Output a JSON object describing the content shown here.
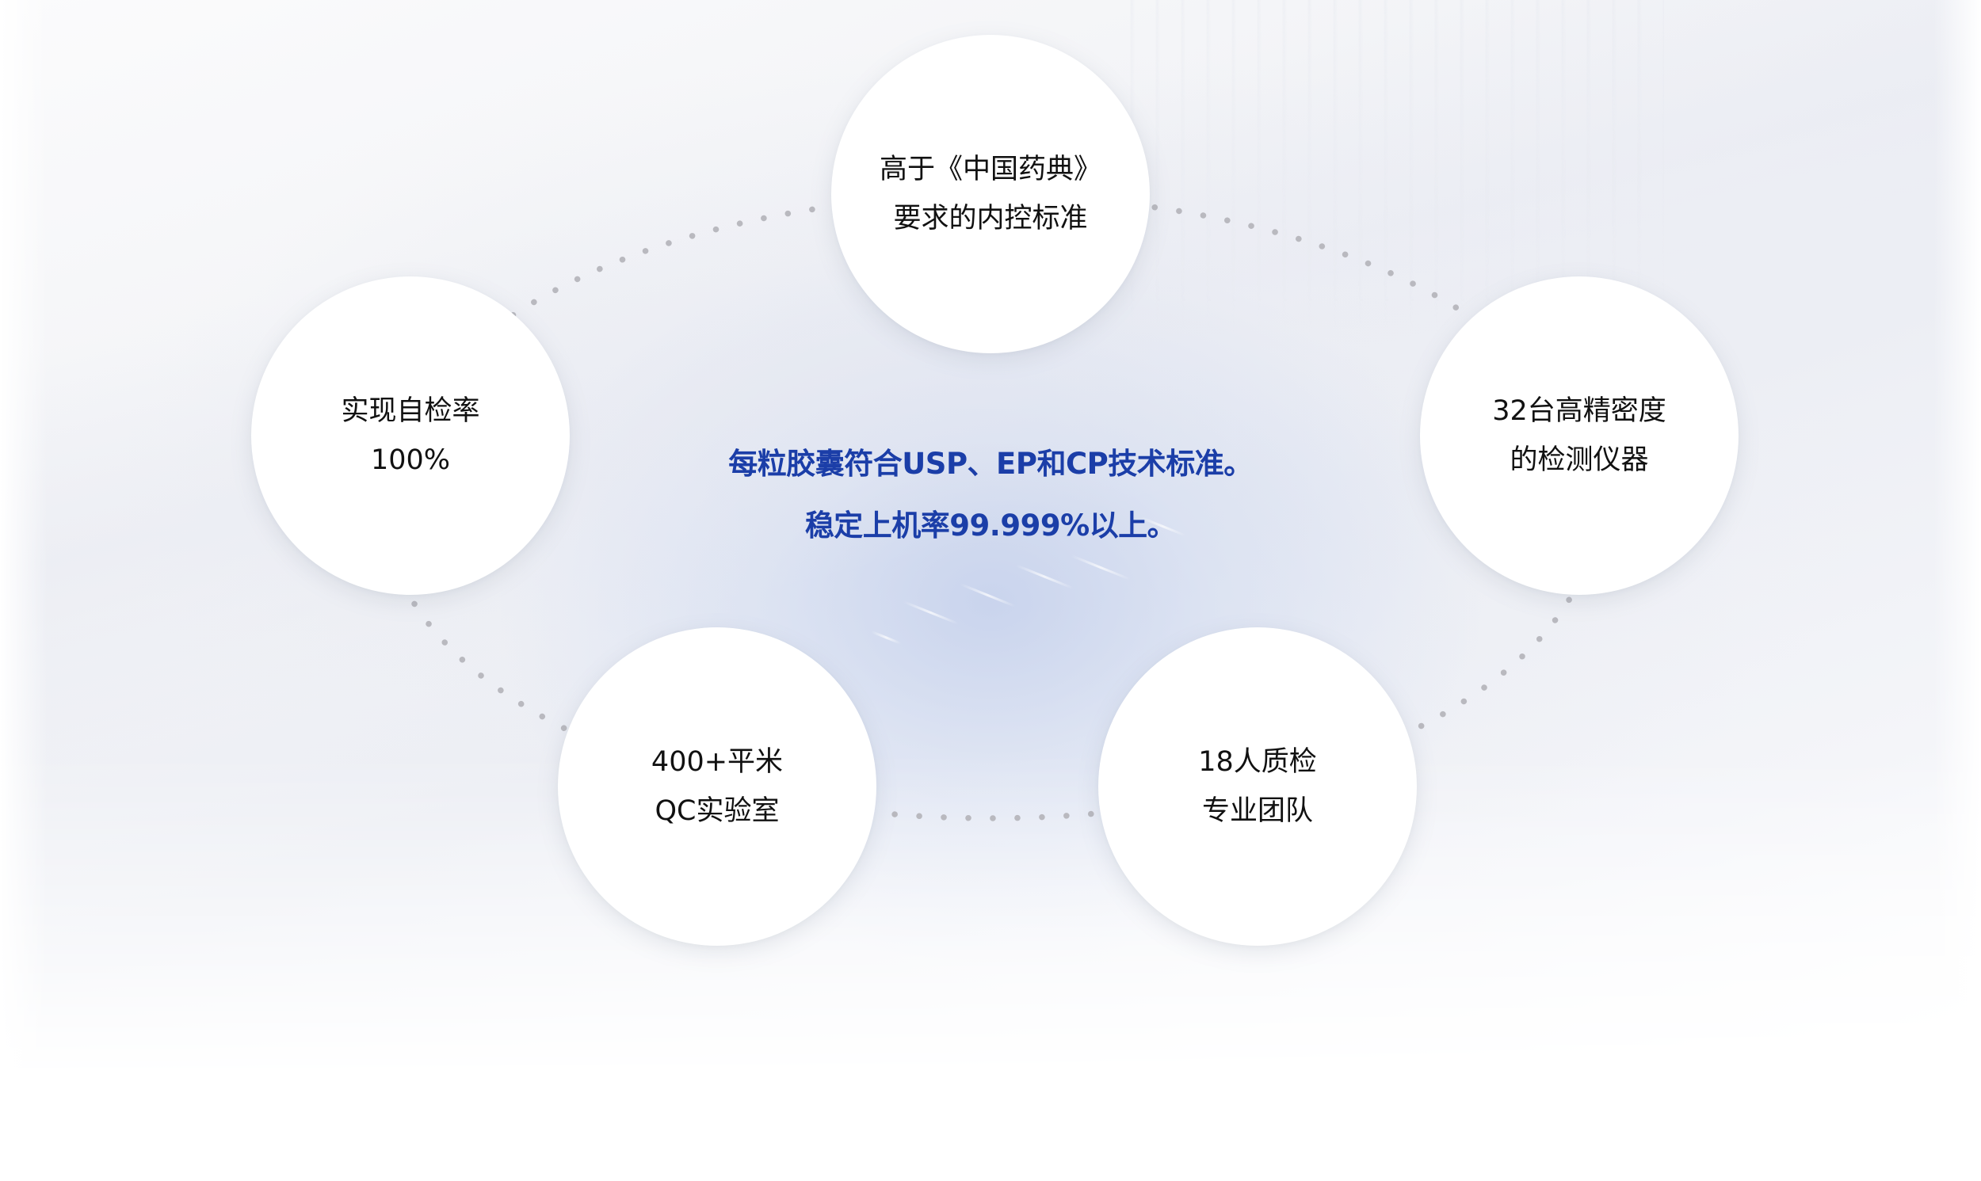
{
  "center": {
    "line1": "每粒胶囊符合USP、EP和CP技术标准。",
    "line2": "稳定上机率99.999%以上。",
    "color": "#1b3ea8"
  },
  "features": [
    {
      "id": "pharmacopoeia",
      "line1": "高于《中国药典》",
      "line2": "要求的内控标准"
    },
    {
      "id": "self-inspection",
      "line1": "实现自检率",
      "line2": "100%"
    },
    {
      "id": "instruments",
      "line1": "32台高精密度",
      "line2": "的检测仪器"
    },
    {
      "id": "qc-lab",
      "line1": "400+平米",
      "line2": "QC实验室"
    },
    {
      "id": "qc-team",
      "line1": "18人质检",
      "line2": "专业团队"
    }
  ],
  "colors": {
    "dot": "#b9b9bf",
    "circle_fill": "#ffffff",
    "feature_text": "#111111"
  }
}
